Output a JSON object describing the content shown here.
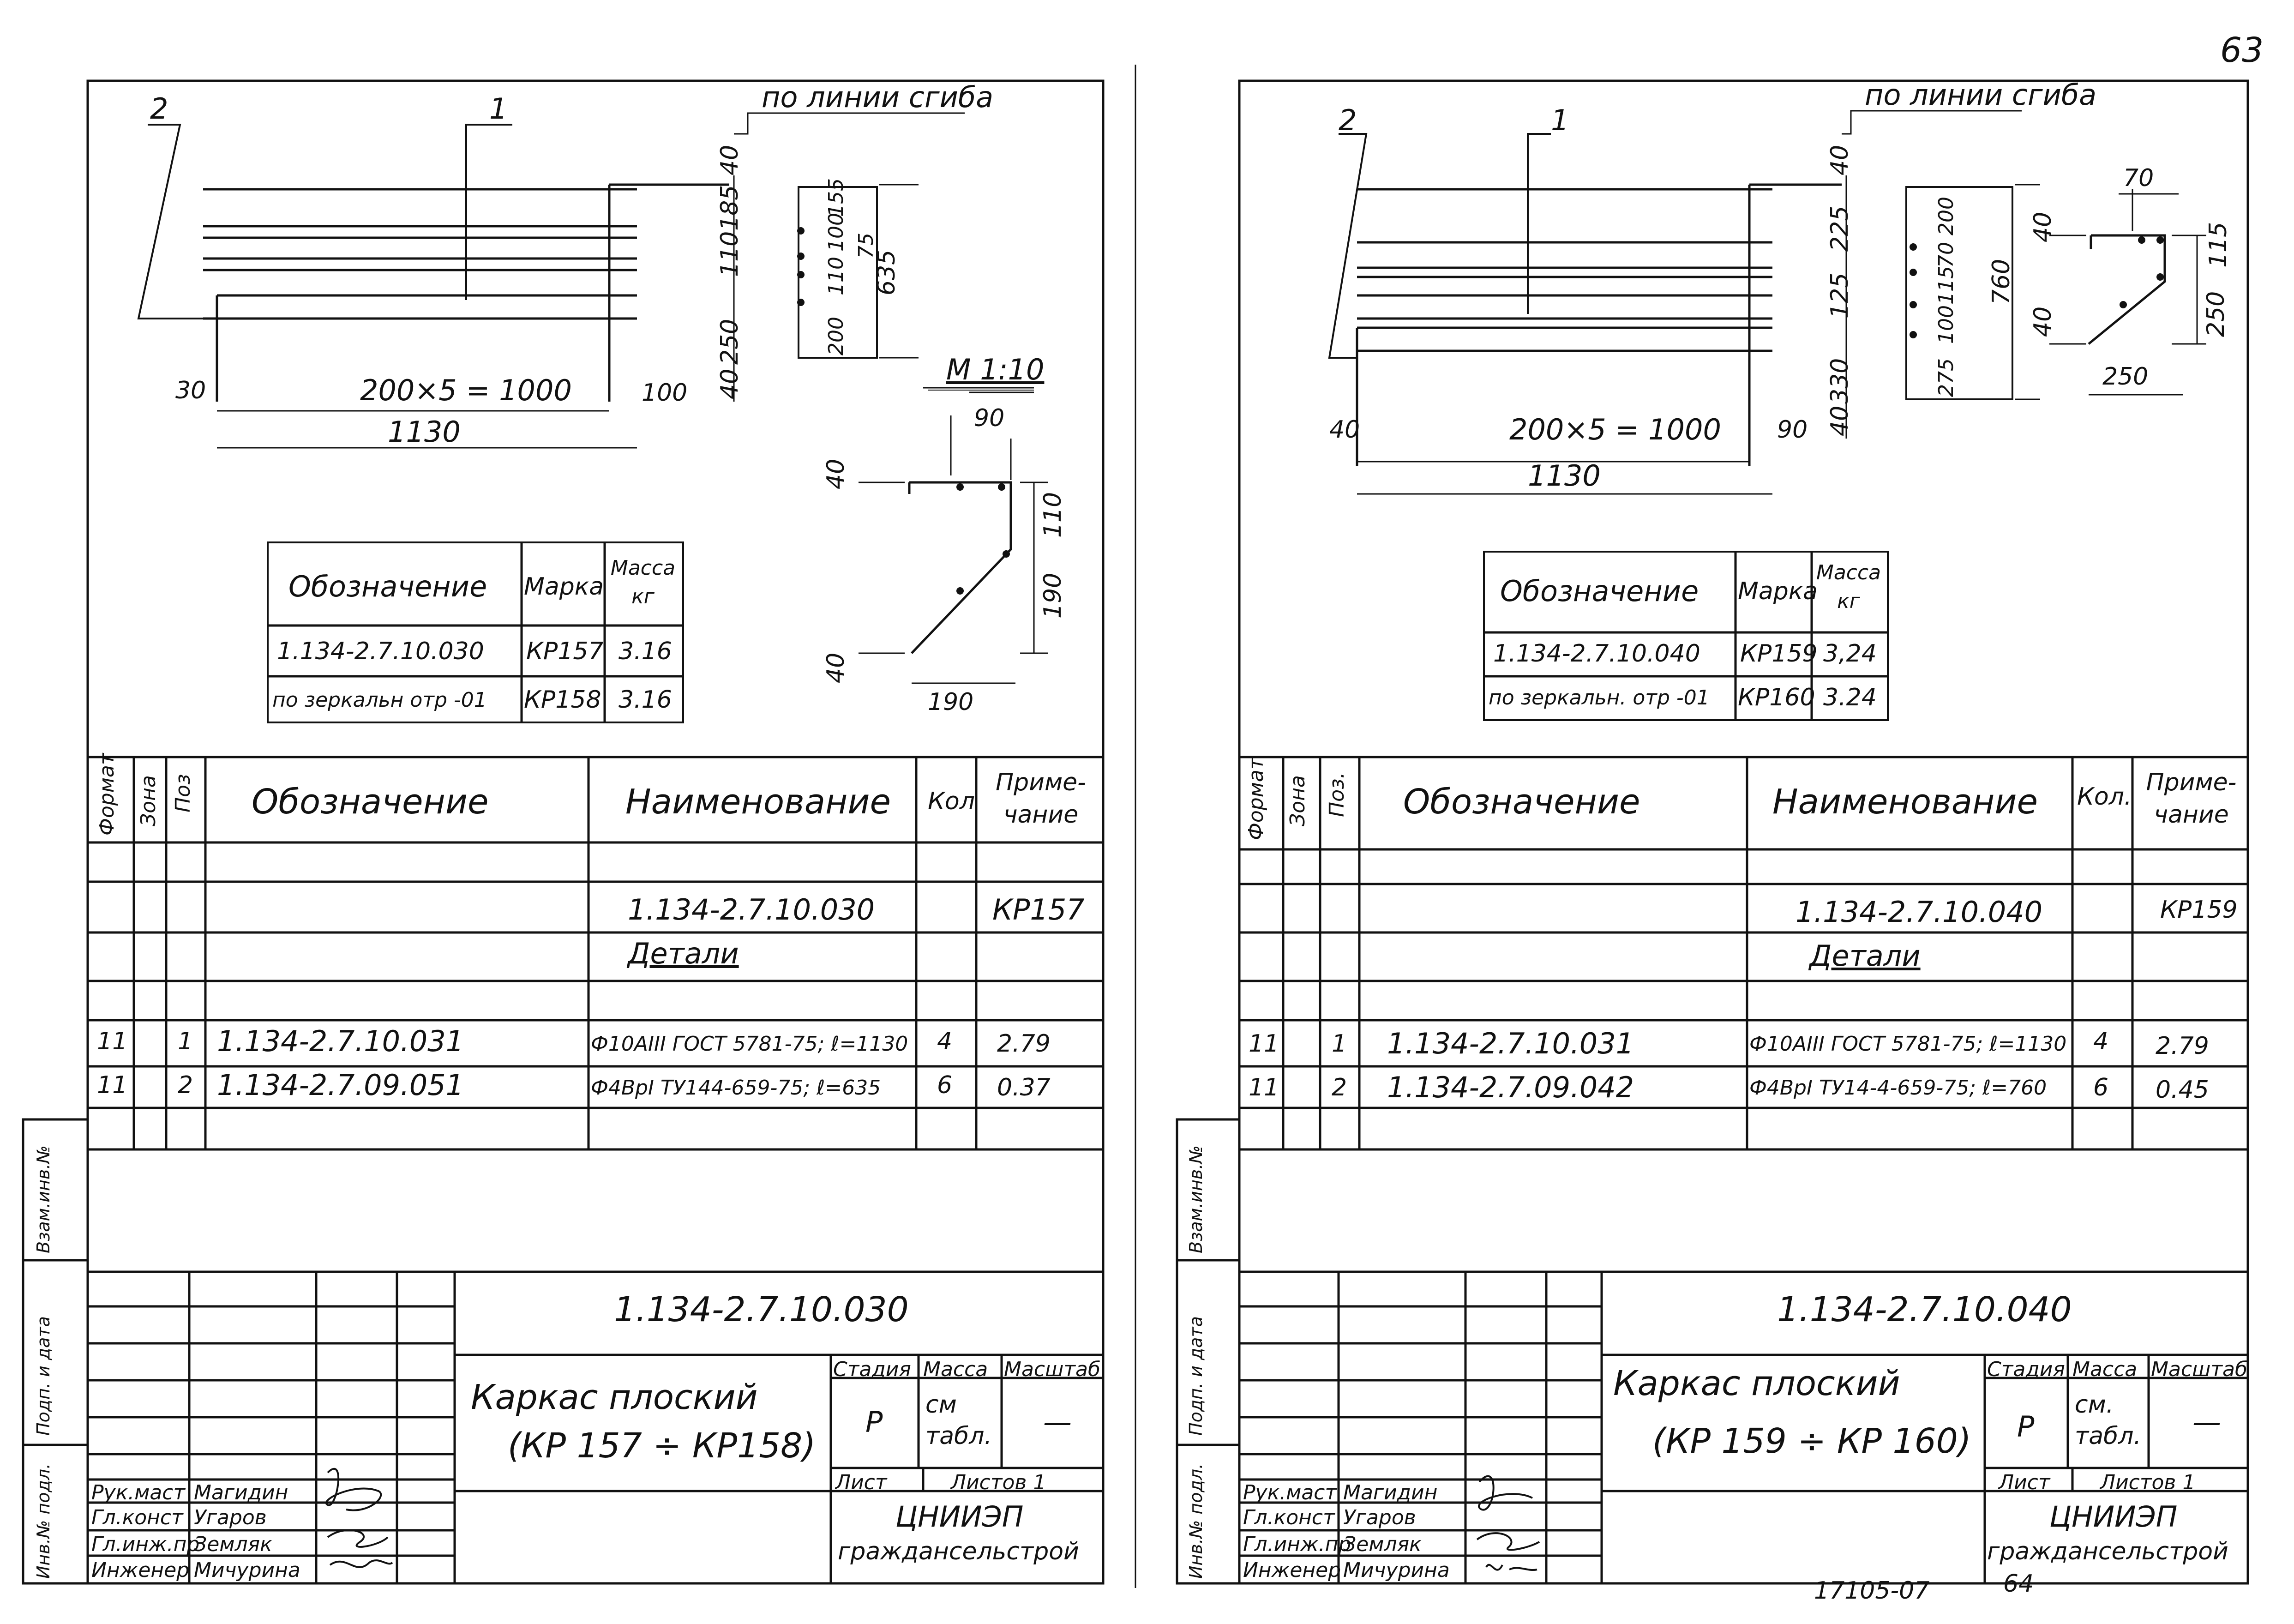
{
  "page_number": "63",
  "footer_number": "17105-07",
  "footer_page": "64",
  "sheets": [
    {
      "id": "left",
      "drawing": {
        "leader_1": "1",
        "leader_2": "2",
        "bend_note": "по линии сгиба",
        "scale": "М 1:10",
        "dim_30": "30",
        "dim_spacing": "200×5 = 1000",
        "dim_100": "100",
        "dim_1130": "1130",
        "side_dims": [
          "40",
          "185",
          "110",
          "250",
          "40"
        ],
        "rebar_dims": [
          "200",
          "110",
          "100",
          "155",
          "75",
          "635"
        ],
        "section_dims": {
          "top": "90",
          "left_top": "40",
          "right_top": "110",
          "right_bottom": "190",
          "left_bottom": "40",
          "bottom": "190"
        }
      },
      "mass_table": {
        "headers": [
          "Обозначение",
          "Марка",
          "Масса кг"
        ],
        "rows": [
          [
            "1.134-2.7.10.030",
            "КР157",
            "3.16"
          ],
          [
            "по зеркальн отр -01",
            "КР158",
            "3.16"
          ]
        ]
      },
      "spec": {
        "headers": {
          "format": "Формат",
          "zone": "Зона",
          "pos": "Поз",
          "designation": "Обозначение",
          "name": "Наименование",
          "qty": "Кол",
          "note": "Приме-чание"
        },
        "doc_ref": "1.134-2.7.10.030",
        "doc_note": "КР157",
        "section": "Детали",
        "rows": [
          {
            "format": "11",
            "pos": "1",
            "designation": "1.134-2.7.10.031",
            "name": "Ф10АIII ГОСТ 5781-75; ℓ=1130",
            "qty": "4",
            "note": "2.79"
          },
          {
            "format": "11",
            "pos": "2",
            "designation": "1.134-2.7.09.051",
            "name": "Ф4ВрI ТУ144-659-75; ℓ=635",
            "qty": "6",
            "note": "0.37"
          }
        ]
      },
      "side_stamp": [
        "Инв.№ подл.",
        "Подп. и дата",
        "Взам.инв.№"
      ],
      "title_block": {
        "code": "1.134-2.7.10.030",
        "title_line1": "Каркас плоский",
        "title_line2": "(КР 157 ÷ КР158)",
        "stage_label": "Стадия",
        "mass_label": "Масса",
        "scale_label": "Масштаб",
        "stage": "Р",
        "mass": "см табл.",
        "scale": "—",
        "sheet_label": "Лист",
        "sheets_label": "Листов 1",
        "org_line1": "ЦНИИЭП",
        "org_line2": "граждансельстрой",
        "roles": [
          {
            "role": "Рук.маст",
            "name": "Магидин"
          },
          {
            "role": "Гл.конст",
            "name": "Угаров"
          },
          {
            "role": "Гл.инж.пр",
            "name": "Земляк"
          },
          {
            "role": "Инженер",
            "name": "Мичурина"
          }
        ]
      }
    },
    {
      "id": "right",
      "drawing": {
        "leader_1": "1",
        "leader_2": "2",
        "bend_note": "по линии сгиба",
        "dim_40": "40",
        "dim_spacing": "200×5 = 1000",
        "dim_90": "90",
        "dim_1130": "1130",
        "side_dims": [
          "40",
          "225",
          "125",
          "330",
          "40"
        ],
        "rebar_dims": [
          "275",
          "100",
          "115",
          "70",
          "200",
          "760"
        ],
        "section_dims": {
          "top": "70",
          "left_top": "40",
          "right_top": "115",
          "right_bottom": "250",
          "left_bottom": "40",
          "bottom": "250"
        }
      },
      "mass_table": {
        "headers": [
          "Обозначение",
          "Марка",
          "Масса кг"
        ],
        "rows": [
          [
            "1.134-2.7.10.040",
            "КР159",
            "3,24"
          ],
          [
            "по зеркальн. отр -01",
            "КР160",
            "3.24"
          ]
        ]
      },
      "spec": {
        "headers": {
          "format": "Формат",
          "zone": "Зона",
          "pos": "Поз.",
          "designation": "Обозначение",
          "name": "Наименование",
          "qty": "Кол.",
          "note": "Приме-чание"
        },
        "doc_ref": "1.134-2.7.10.040",
        "doc_note": "КР159",
        "section": "Детали",
        "rows": [
          {
            "format": "11",
            "pos": "1",
            "designation": "1.134-2.7.10.031",
            "name": "Ф10АIII ГОСТ 5781-75; ℓ=1130",
            "qty": "4",
            "note": "2.79"
          },
          {
            "format": "11",
            "pos": "2",
            "designation": "1.134-2.7.09.042",
            "name": "Ф4ВрI ТУ14-4-659-75; ℓ=760",
            "qty": "6",
            "note": "0.45"
          }
        ]
      },
      "side_stamp": [
        "Инв.№ подл.",
        "Подп. и дата",
        "Взам.инв.№"
      ],
      "title_block": {
        "code": "1.134-2.7.10.040",
        "title_line1": "Каркас плоский",
        "title_line2": "(КР 159 ÷ КР 160)",
        "stage_label": "Стадия",
        "mass_label": "Масса",
        "scale_label": "Масштаб",
        "stage": "Р",
        "mass": "см. табл.",
        "scale": "—",
        "sheet_label": "Лист",
        "sheets_label": "Листов 1",
        "org_line1": "ЦНИИЭП",
        "org_line2": "граждансельстрой",
        "roles": [
          {
            "role": "Рук.маст",
            "name": "Магидин"
          },
          {
            "role": "Гл.конст",
            "name": "Угаров"
          },
          {
            "role": "Гл.инж.пр",
            "name": "Земляк"
          },
          {
            "role": "Инженер",
            "name": "Мичурина"
          }
        ]
      }
    }
  ]
}
